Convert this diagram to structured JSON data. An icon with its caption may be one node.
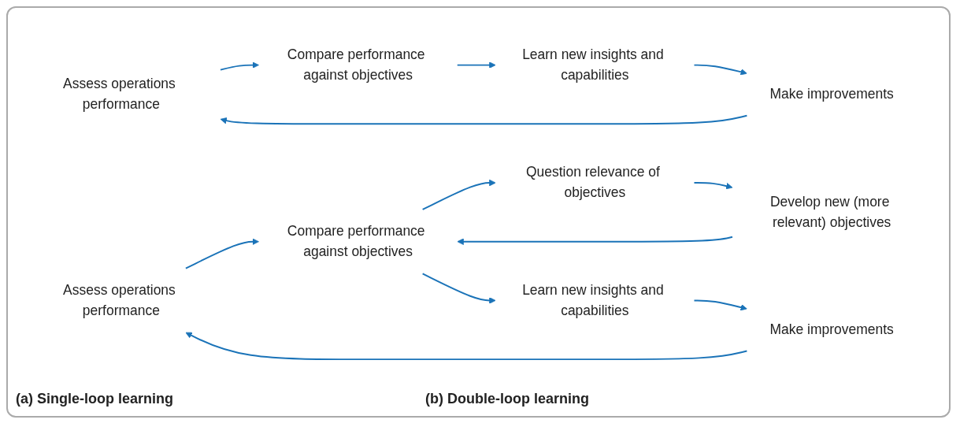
{
  "diagram": {
    "nodes": [
      {
        "text": [
          "Assess operations performance"
        ]
      },
      {
        "text": [
          "Compare performance against objectives"
        ]
      },
      {
        "text": [
          "Learn new insights and capabilities"
        ]
      },
      {
        "text": [
          "Make improvements"
        ]
      },
      {
        "text": [
          "Assess operations performance"
        ]
      },
      {
        "text": [
          "Compare performance against objectives"
        ]
      },
      {
        "text": [
          "Question relevance of objectives"
        ]
      },
      {
        "text": [
          "Develop new (more relevant) objectives"
        ]
      },
      {
        "text": [
          "Learn new insights and capabilities"
        ]
      },
      {
        "text": [
          "Make improvements"
        ]
      }
    ],
    "edges": [
      {
        "from": 0,
        "to": 1,
        "arrow": "to"
      },
      {
        "from": 1,
        "to": 2,
        "arrow": "to"
      },
      {
        "from": 2,
        "to": 3,
        "arrow": "to"
      },
      {
        "from": 3,
        "to": 0,
        "arrow": "to"
      },
      {
        "from": 4,
        "to": 5,
        "arrow": "to"
      },
      {
        "from": 5,
        "to": 6,
        "arrow": "to"
      },
      {
        "from": 6,
        "to": 7,
        "arrow": "to"
      },
      {
        "from": 7,
        "to": 5,
        "arrow": "to"
      },
      {
        "from": 5,
        "to": 8,
        "arrow": "to"
      },
      {
        "from": 8,
        "to": 9,
        "arrow": "to"
      },
      {
        "from": 9,
        "to": 4,
        "arrow": "to"
      }
    ],
    "labels": [
      "(a) Single-loop learning",
      "(b) Double-loop learning"
    ]
  }
}
